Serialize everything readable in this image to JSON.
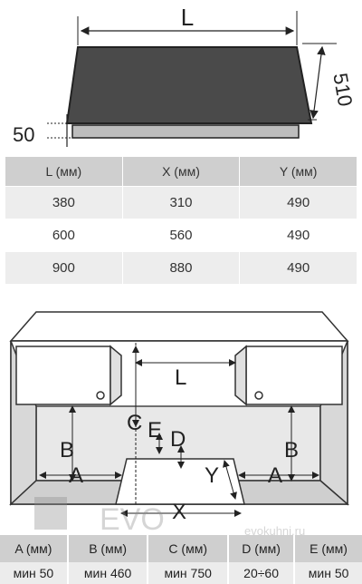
{
  "top_diagram": {
    "width_label": "L",
    "depth_label": "510",
    "height_label": "50"
  },
  "table1": {
    "headers": [
      "L (мм)",
      "X (мм)",
      "Y (мм)"
    ],
    "rows": [
      [
        "380",
        "310",
        "490"
      ],
      [
        "600",
        "560",
        "490"
      ],
      [
        "900",
        "880",
        "490"
      ]
    ]
  },
  "bottom_diagram": {
    "labels": {
      "L": "L",
      "C": "C",
      "E": "E",
      "D": "D",
      "B_left": "B",
      "B_right": "B",
      "A_left": "A",
      "A_right": "A",
      "Y": "Y",
      "X": "X"
    }
  },
  "table2": {
    "headers": [
      "A (мм)",
      "B (мм)",
      "C (мм)",
      "D (мм)",
      "E (мм)"
    ],
    "values": [
      "мин 50",
      "мин 460",
      "мин 750",
      "20÷60",
      "мин 50"
    ]
  },
  "watermark": {
    "brand": "EVO",
    "site": "evokuhni.ru"
  },
  "colors": {
    "panel_dark": "#4a4a4a",
    "panel_edge": "#222222",
    "header_gray": "#cfcfcf"
  }
}
